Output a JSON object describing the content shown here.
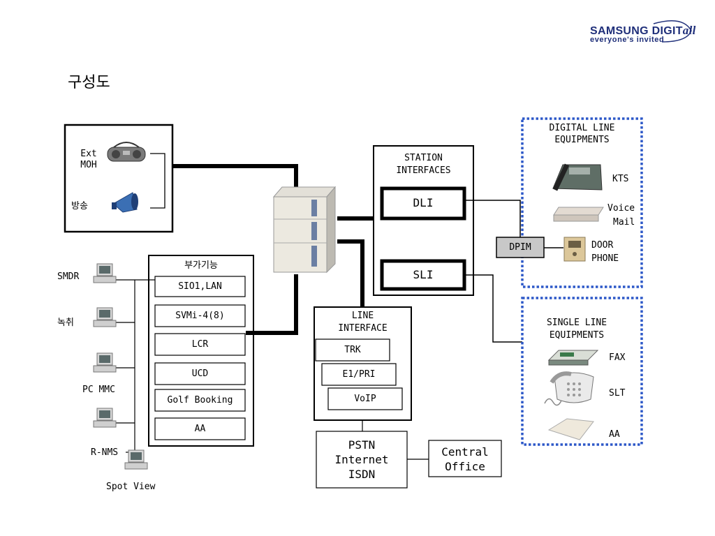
{
  "logo": {
    "brand_main": "SAMSUNG DIGIT",
    "brand_script": "all",
    "tagline": "everyone's invited"
  },
  "title": "구성도",
  "ext_group": {
    "ext_moh": [
      "Ext",
      "MOH"
    ],
    "broadcast": "방송"
  },
  "pc_labels": {
    "smdr": "SMDR",
    "record": "녹취",
    "pc_mmc": "PC MMC",
    "rnms": "R-NMS",
    "spot_view": "Spot View"
  },
  "addon": {
    "header": "부가기능",
    "items": [
      "SIO1,LAN",
      "SVMi-4(8)",
      "LCR",
      "UCD",
      "Golf Booking",
      "AA"
    ]
  },
  "station": {
    "label": [
      "STATION",
      "INTERFACES"
    ],
    "dli": "DLI",
    "sli": "SLI"
  },
  "line_interface": {
    "label": [
      "LINE",
      "INTERFACE"
    ],
    "items": [
      "TRK",
      "E1/PRI",
      "VoIP"
    ]
  },
  "network": {
    "lines": [
      "PSTN",
      "Internet",
      "ISDN"
    ]
  },
  "central_office": {
    "lines": [
      "Central",
      "Office"
    ]
  },
  "digital_group": {
    "label": [
      "DIGITAL LINE",
      "EQUIPMENTS"
    ],
    "kts": "KTS",
    "voice_mail": [
      "Voice",
      "Mail"
    ],
    "door_phone": [
      "DOOR",
      "PHONE"
    ],
    "dpim": "DPIM"
  },
  "single_group": {
    "label": [
      "SINGLE LINE",
      "EQUIPMENTS"
    ],
    "fax": "FAX",
    "slt": "SLT",
    "aa": "AA"
  },
  "colors": {
    "dotted_border": "#2d58c8",
    "logo_blue": "#1f2f7a",
    "dpim_fill": "#c8c8c8"
  }
}
